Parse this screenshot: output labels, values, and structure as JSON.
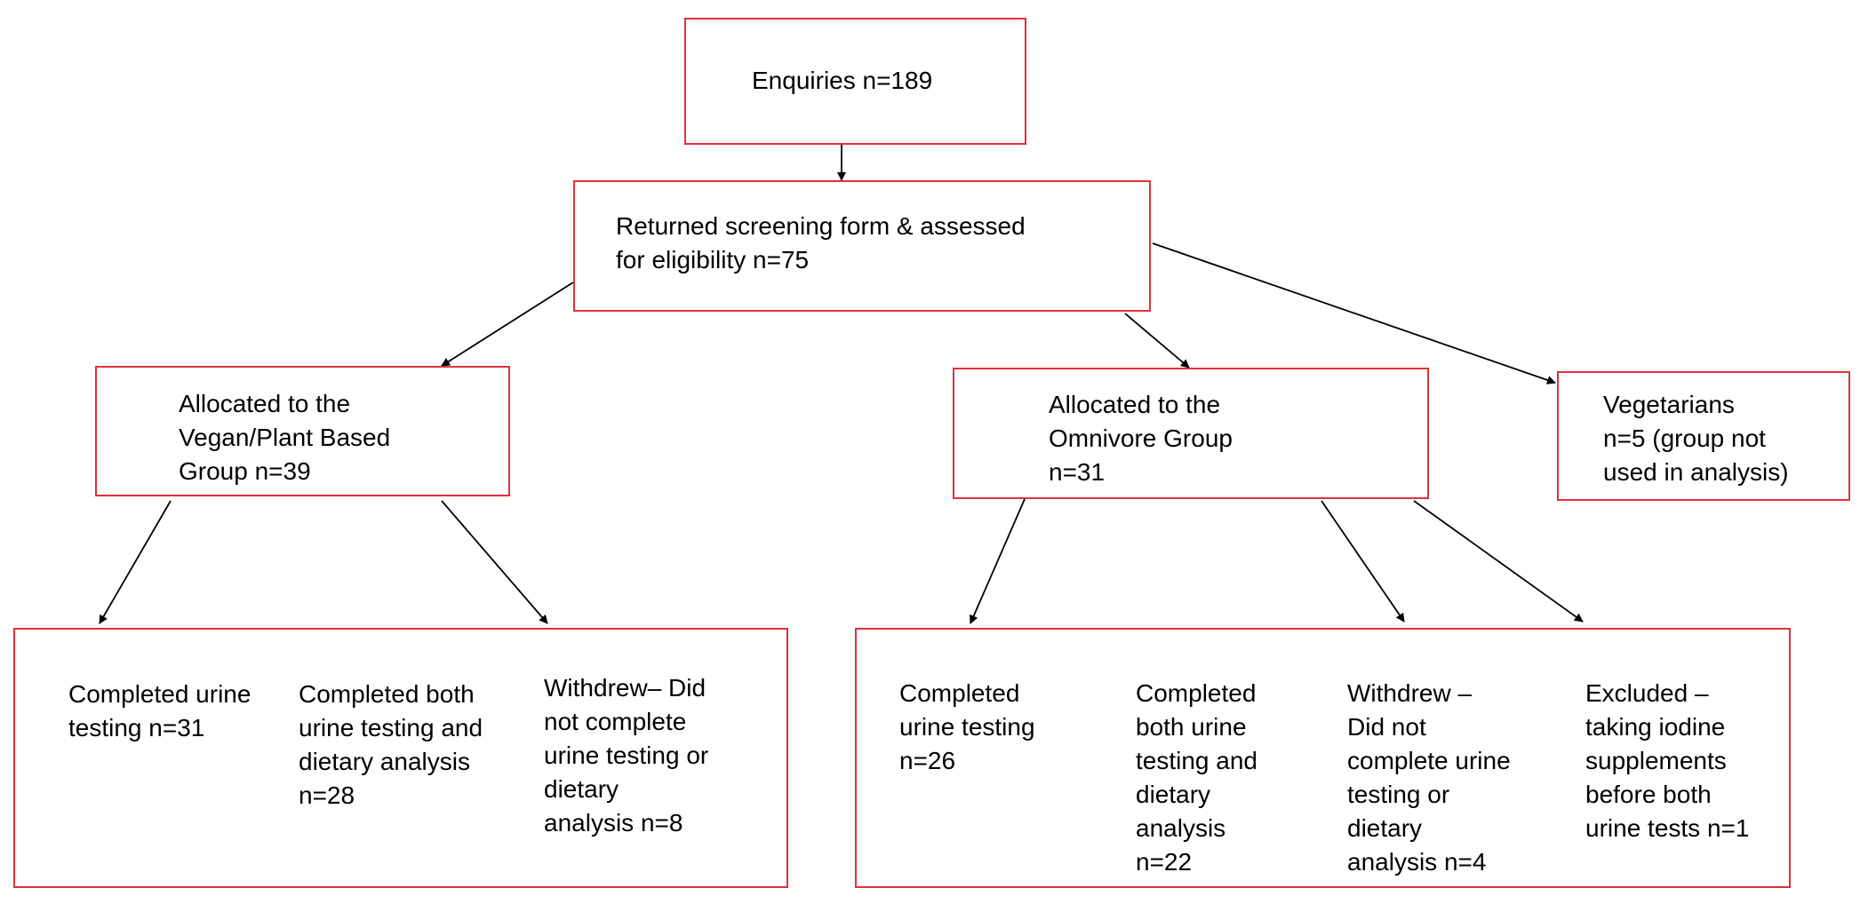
{
  "diagram": {
    "border_color": "#e0303a",
    "nodes": {
      "enquiries": "Enquiries n=189",
      "screening": "Returned screening form & assessed\nfor eligibility n=75",
      "vegan_group": "Allocated to the\nVegan/Plant Based\nGroup n=39",
      "omnivore_group": "Allocated to the\nOmnivore Group\nn=31",
      "vegetarians": "Vegetarians\nn=5 (group not\nused in analysis)",
      "vegan_urine": "Completed urine\ntesting n=31",
      "vegan_both": "Completed both\nurine testing and\ndietary analysis\nn=28",
      "vegan_withdrew": "Withdrew– Did\nnot complete\nurine testing or\ndietary\nanalysis n=8",
      "omni_urine": "Completed\nurine testing\nn=26",
      "omni_both": "Completed\nboth urine\ntesting and\ndietary\nanalysis\nn=22",
      "omni_withdrew": "Withdrew –\nDid not\ncomplete urine\ntesting or\ndietary\nanalysis n=4",
      "omni_excluded": "Excluded –\ntaking iodine\nsupplements\nbefore both\nurine tests n=1"
    }
  }
}
